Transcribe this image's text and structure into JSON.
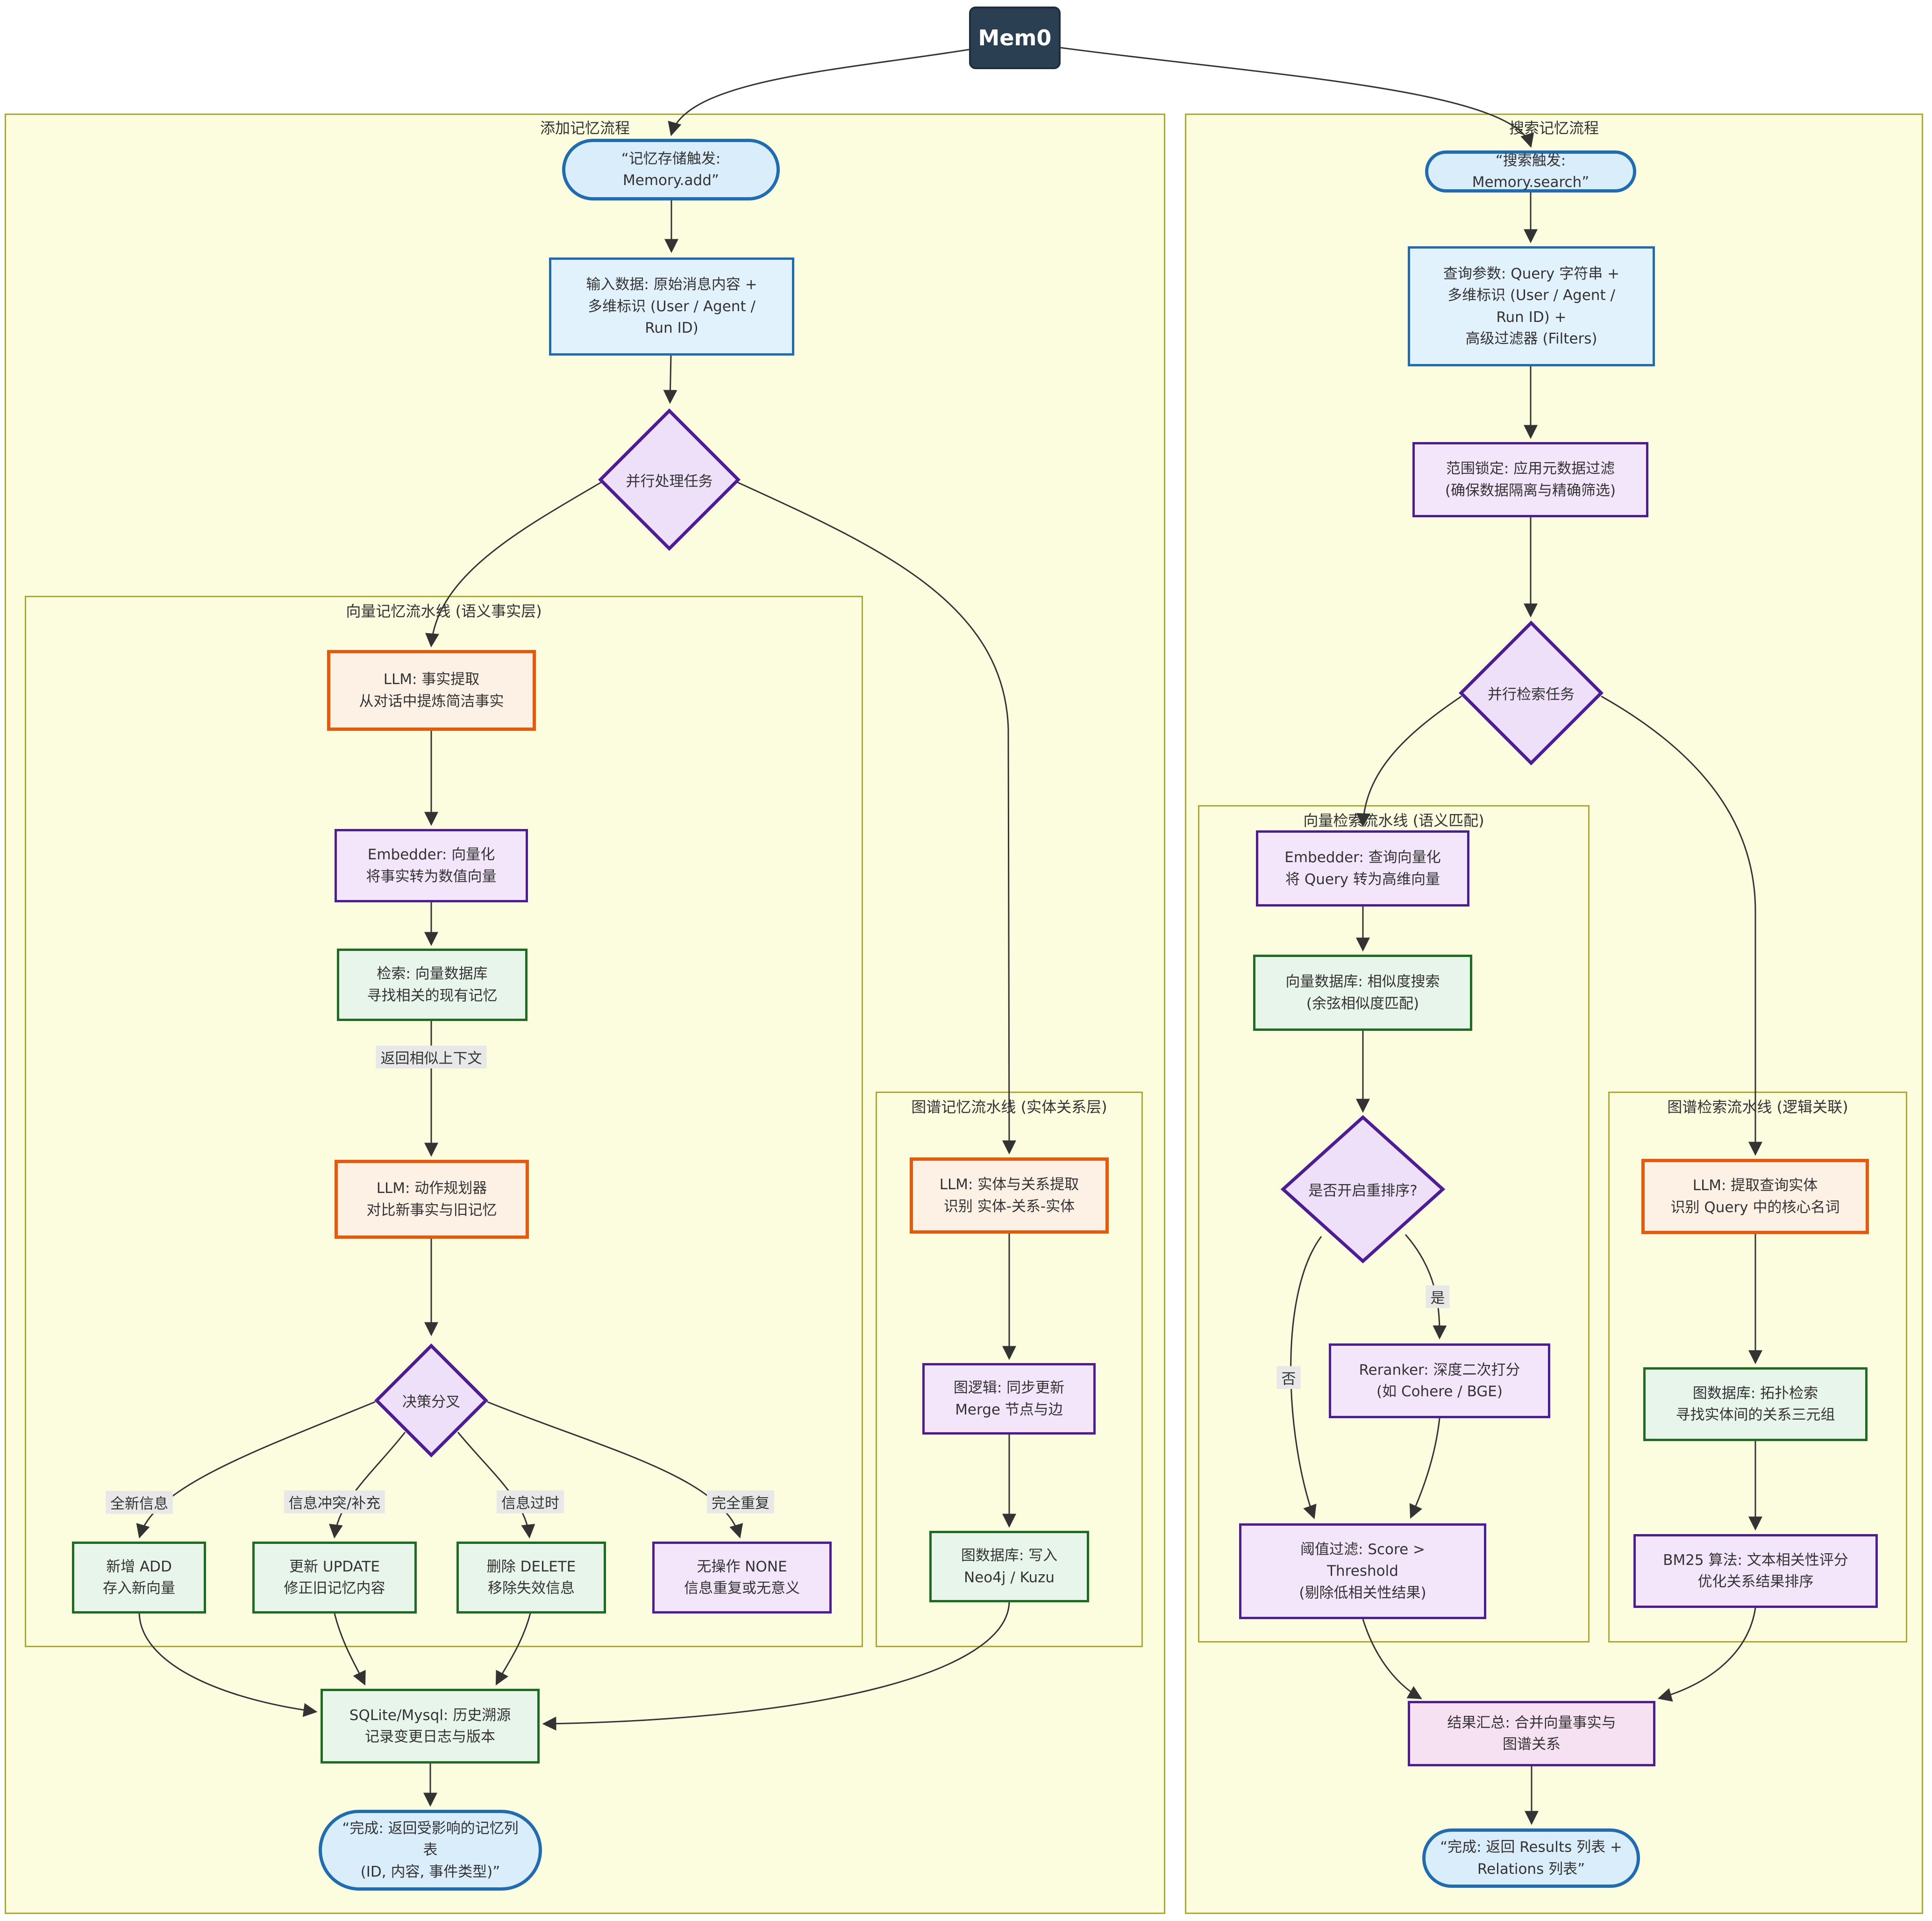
{
  "root": {
    "label": "Mem0"
  },
  "containers": {
    "add": {
      "title": "添加记忆流程"
    },
    "search": {
      "title": "搜索记忆流程"
    }
  },
  "subgraphs": {
    "vec_add": {
      "title": "向量记忆流水线 (语义事实层)"
    },
    "graph_add": {
      "title": "图谱记忆流水线 (实体关系层)"
    },
    "vec_search": {
      "title": "向量检索流水线 (语义匹配)"
    },
    "graph_search": {
      "title": "图谱检索流水线 (逻辑关联)"
    }
  },
  "nodes": {
    "add_start": "“记忆存储触发:\nMemory.add”",
    "add_input": "输入数据: 原始消息内容 +\n多维标识 (User / Agent /\nRun ID)",
    "add_parallel": "并行处理任务",
    "llm_fact": "LLM: 事实提取\n从对话中提炼简洁事实",
    "embedder_add": "Embedder: 向量化\n将事实转为数值向量",
    "retrieve_add": "检索: 向量数据库\n寻找相关的现有记忆",
    "llm_planner": "LLM: 动作规划器\n对比新事实与旧记忆",
    "decision": "决策分叉",
    "add_op": "新增 ADD\n存入新向量",
    "update_op": "更新 UPDATE\n修正旧记忆内容",
    "delete_op": "删除 DELETE\n移除失效信息",
    "none_op": "无操作 NONE\n信息重复或无意义",
    "sqlite": "SQLite/Mysql: 历史溯源\n记录变更日志与版本",
    "add_end": "“完成: 返回受影响的记忆列\n表\n(ID, 内容, 事件类型)”",
    "llm_entity": "LLM: 实体与关系提取\n识别 实体-关系-实体",
    "graph_logic": "图逻辑: 同步更新\nMerge 节点与边",
    "graph_write": "图数据库: 写入\nNeo4j / Kuzu",
    "search_start": "“搜索触发: Memory.search”",
    "query_params": "查询参数: Query 字符串 +\n多维标识 (User / Agent /\nRun ID) +\n高级过滤器 (Filters)",
    "scope": "范围锁定: 应用元数据过滤\n(确保数据隔离与精确筛选)",
    "search_parallel": "并行检索任务",
    "embedder_search": "Embedder: 查询向量化\n将 Query 转为高维向量",
    "vector_db": "向量数据库: 相似度搜索\n(余弦相似度匹配)",
    "rerank_decision": "是否开启重排序?",
    "reranker": "Reranker: 深度二次打分\n(如 Cohere / BGE)",
    "threshold": "阈值过滤: Score >\nThreshold\n(剔除低相关性结果)",
    "llm_query_entity": "LLM: 提取查询实体\n识别 Query 中的核心名词",
    "graph_topo": "图数据库: 拓扑检索\n寻找实体间的关系三元组",
    "bm25": "BM25 算法: 文本相关性评分\n优化关系结果排序",
    "merge": "结果汇总: 合并向量事实与\n图谱关系",
    "search_end": "“完成: 返回 Results 列表 +\nRelations 列表”"
  },
  "edge_labels": {
    "return_context": "返回相似上下文",
    "new_info": "全新信息",
    "conflict": "信息冲突/补充",
    "outdated": "信息过时",
    "duplicate": "完全重复",
    "yes": "是",
    "no": "否"
  },
  "colors": {
    "root_bg": "#2b3f52",
    "container_bg": "#fcfcdf",
    "container_border": "#aaaa33",
    "blue_fill": "#d9edfb",
    "blue_border": "#1f6cb0",
    "orange_fill": "#fdf1e5",
    "orange_border": "#e8590c",
    "purple_fill": "#f3e6fa",
    "purple_border": "#4c1d95",
    "green_fill": "#e8f5eb",
    "green_border": "#1e6b24",
    "pink_fill": "#f5e1f1",
    "edge_stroke": "#333333",
    "edge_label_bg": "#e8e8e8"
  }
}
